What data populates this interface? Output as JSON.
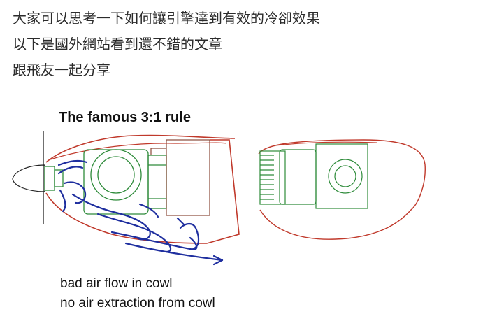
{
  "post": {
    "lines": [
      "大家可以思考一下如何讓引擎達到有效的冷卻效果",
      "以下是國外網站看到還不錯的文章",
      "跟飛友一起分享"
    ]
  },
  "diagram": {
    "title": "The famous 3:1 rule",
    "captions": [
      "bad air flow in cowl",
      "no air extraction from cowl"
    ],
    "colors": {
      "cowl": "#c0392b",
      "engine": "#2e8b3a",
      "airflow": "#1f2f9f",
      "outline": "#222222",
      "text": "#111111"
    }
  }
}
